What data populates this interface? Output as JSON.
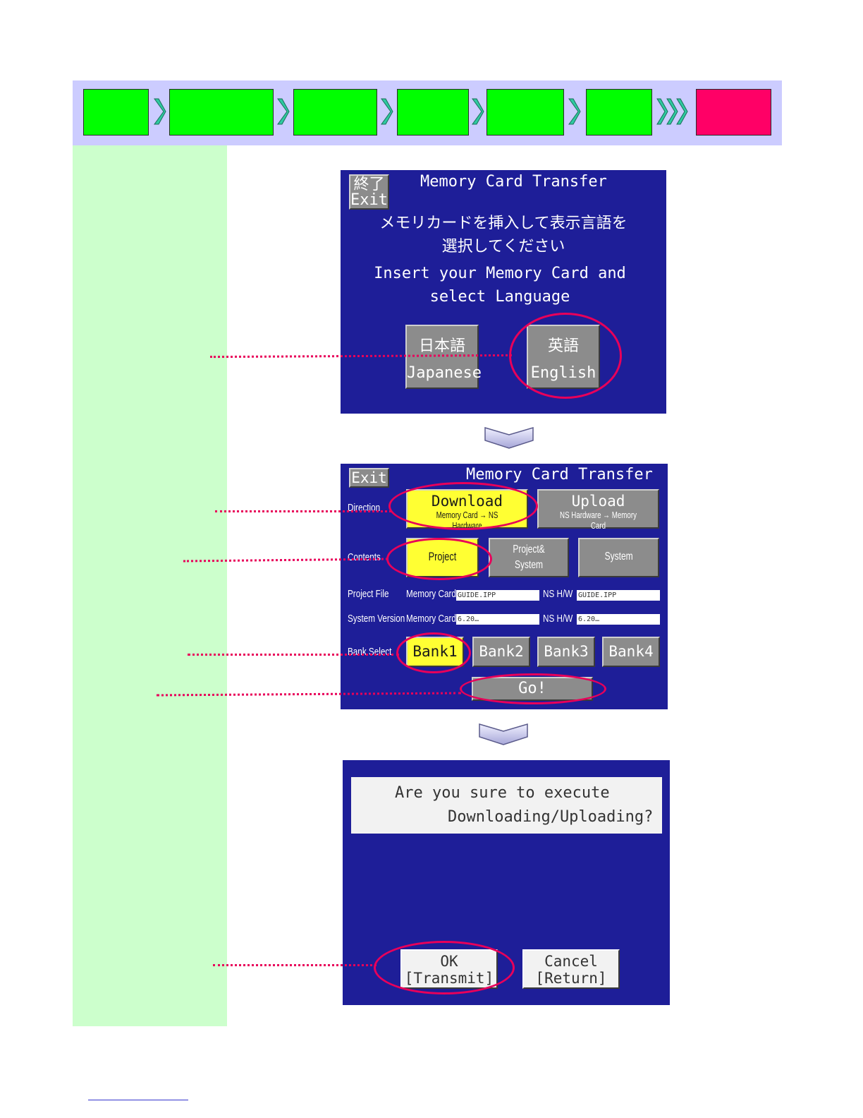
{
  "flow": {
    "steps": [
      {
        "state": "done"
      },
      {
        "state": "done"
      },
      {
        "state": "done"
      },
      {
        "state": "done"
      },
      {
        "state": "done"
      },
      {
        "state": "done"
      },
      {
        "state": "current"
      }
    ],
    "colors": {
      "done": "#00ff00",
      "current": "#ff0066",
      "band": "#ccccff",
      "chevron": "#2fc9a0"
    }
  },
  "screen1": {
    "exit_jp": "終了",
    "exit_en": "Exit",
    "title": "Memory Card Transfer",
    "msg_jp_1": "メモリカードを挿入して表示言語を",
    "msg_jp_2": "選択してください",
    "msg_en_1": "Insert your Memory Card and",
    "msg_en_2": "select Language",
    "btn_japanese_jp": "日本語",
    "btn_japanese_en": "Japanese",
    "btn_english_jp": "英語",
    "btn_english_en": "English"
  },
  "screen2": {
    "exit": "Exit",
    "title": "Memory Card Transfer",
    "direction_label": "Direction",
    "download": "Download",
    "download_sub": "Memory Card → NS Hardware",
    "upload": "Upload",
    "upload_sub": "NS Hardware → Memory Card",
    "contents_label": "Contents",
    "project": "Project",
    "project_system_1": "Project&",
    "project_system_2": "System",
    "system": "System",
    "project_file_label": "Project File",
    "memory_card_label": "Memory Card",
    "ns_hw_label": "NS H/W",
    "project_file_mc": "GUIDE.IPP",
    "project_file_ns": "GUIDE.IPP",
    "system_version_label": "System Version",
    "system_version_mc": "6.20…",
    "system_version_ns": "6.20…",
    "bank_select_label": "Bank Select",
    "banks": [
      "Bank1",
      "Bank2",
      "Bank3",
      "Bank4"
    ],
    "go": "Go!"
  },
  "screen3": {
    "confirm_1": "Are you sure to execute",
    "confirm_2": "Downloading/Uploading?",
    "ok_1": "OK",
    "ok_2": "[Transmit]",
    "cancel_1": "Cancel",
    "cancel_2": "[Return]"
  },
  "accent_colors": {
    "highlight": "#e8005a",
    "lcd_bg": "#1e1e98",
    "selected": "#ffff33",
    "sidebar": "#ccffcc"
  }
}
